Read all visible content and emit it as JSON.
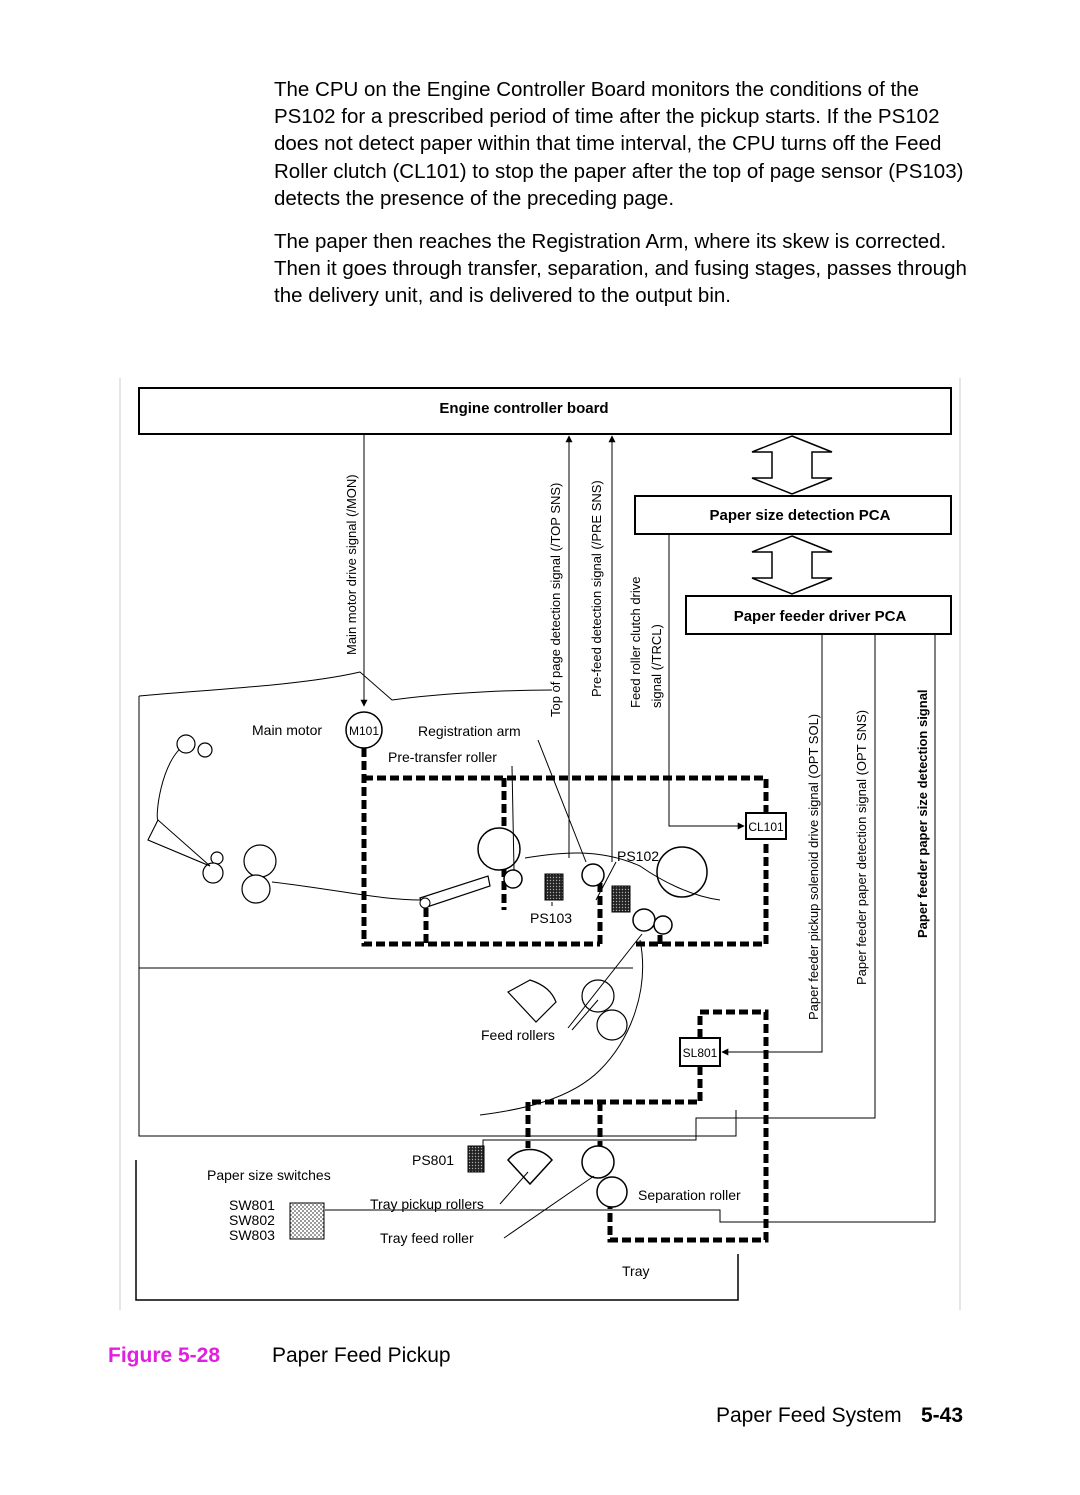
{
  "body": {
    "paragraph_1": "The CPU on the Engine Controller Board monitors the conditions of the PS102 for a prescribed period of time after the pickup starts. If the PS102 does not detect paper within that time interval, the CPU turns off the Feed Roller clutch (CL101) to stop the paper after the top of page sensor (PS103) detects the presence of the preceding page.",
    "paragraph_2": "The paper then reaches the Registration Arm, where its skew is corrected. Then it goes through transfer, separation, and fusing stages, passes through the delivery unit, and is delivered to the output bin."
  },
  "diagram": {
    "engine_board": "Engine controller board",
    "size_pca": "Paper size detection PCA",
    "driver_pca": "Paper feeder driver PCA",
    "sig_mon": "Main motor drive signal (/MON)",
    "sig_top": "Top of page detection signal (/TOP SNS)",
    "sig_pre": "Pre-feed detection signal (/PRE SNS)",
    "sig_trcl_1": "Feed roller clutch drive",
    "sig_trcl_2": "signal (/TRCL)",
    "sig_opt_sol": "Paper feeder pickup solenoid drive signal (OPT SOL)",
    "sig_opt_sns": "Paper feeder paper detection signal (OPT SNS)",
    "sig_size": "Paper feeder paper size detection signal",
    "main_motor": "Main motor",
    "m101": "M101",
    "registration_arm": "Registration arm",
    "pre_transfer_roller": "Pre-transfer roller",
    "cl101": "CL101",
    "ps102": "PS102",
    "ps103": "PS103",
    "feed_rollers": "Feed rollers",
    "sl801": "SL801",
    "ps801": "PS801",
    "paper_size_switches": "Paper size switches",
    "sw801": "SW801",
    "sw802": "SW802",
    "sw803": "SW803",
    "tray_pickup_rollers": "Tray pickup rollers",
    "tray_feed_roller": "Tray feed roller",
    "separation_roller": "Separation roller",
    "tray": "Tray"
  },
  "caption": {
    "label": "Figure 5-28",
    "title": "Paper Feed Pickup"
  },
  "footer": {
    "section": "Paper Feed System",
    "page": "5-43"
  },
  "colors": {
    "figure_label": "#e020e0",
    "ink": "#000000"
  }
}
